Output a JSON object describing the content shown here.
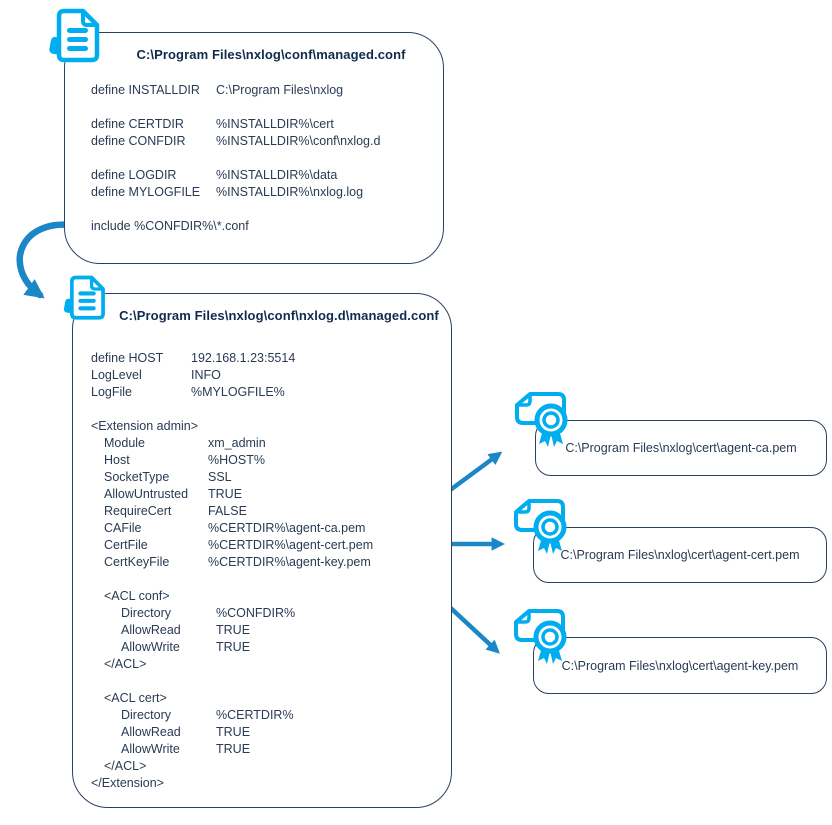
{
  "palette": {
    "icon_cyan": "#00aeef",
    "arrow_blue": "#1b87c6",
    "text_ink": "#2a3a52",
    "title_ink": "#0f2b4d",
    "border_navy": "#2b4162"
  },
  "icons": {
    "doc1": "document-icon",
    "doc2": "document-icon",
    "cert": "certificate-icon"
  },
  "box1": {
    "title": "C:\\Program Files\\nxlog\\conf\\managed.conf",
    "lines": [
      {
        "label": "define INSTALLDIR",
        "value": "C:\\Program Files\\nxlog"
      },
      {
        "label": "define CERTDIR",
        "value": "%INSTALLDIR%\\cert"
      },
      {
        "label": "define CONFDIR",
        "value": "%INSTALLDIR%\\conf\\nxlog.d"
      },
      {
        "label": "define LOGDIR",
        "value": "%INSTALLDIR%\\data"
      },
      {
        "label": "define MYLOGFILE",
        "value": "%INSTALLDIR%\\nxlog.log"
      },
      {
        "label": "include %CONFDIR%\\*.conf",
        "value": ""
      }
    ]
  },
  "box2": {
    "title": "C:\\Program Files\\nxlog\\conf\\nxlog.d\\managed.conf",
    "lines": [
      {
        "label": "define HOST",
        "value": "192.168.1.23:5514"
      },
      {
        "label": "LogLevel",
        "value": "INFO"
      },
      {
        "label": "LogFile",
        "value": "%MYLOGFILE%"
      },
      {
        "label": "<Extension admin>",
        "value": ""
      },
      {
        "label": "Module",
        "value": "xm_admin"
      },
      {
        "label": "Host",
        "value": "%HOST%"
      },
      {
        "label": "SocketType",
        "value": "SSL"
      },
      {
        "label": "AllowUntrusted",
        "value": "TRUE"
      },
      {
        "label": "RequireCert",
        "value": "FALSE"
      },
      {
        "label": "CAFile",
        "value": "%CERTDIR%\\agent-ca.pem"
      },
      {
        "label": "CertFile",
        "value": "%CERTDIR%\\agent-cert.pem"
      },
      {
        "label": "CertKeyFile",
        "value": "%CERTDIR%\\agent-key.pem"
      },
      {
        "label": "<ACL conf>",
        "value": ""
      },
      {
        "label": "Directory",
        "value": "%CONFDIR%"
      },
      {
        "label": "AllowRead",
        "value": "TRUE"
      },
      {
        "label": "AllowWrite",
        "value": "TRUE"
      },
      {
        "label": "</ACL>",
        "value": ""
      },
      {
        "label": "<ACL cert>",
        "value": ""
      },
      {
        "label": "Directory",
        "value": "%CERTDIR%"
      },
      {
        "label": "AllowRead",
        "value": "TRUE"
      },
      {
        "label": "AllowWrite",
        "value": "TRUE"
      },
      {
        "label": "</ACL>",
        "value": ""
      },
      {
        "label": "</Extension>",
        "value": ""
      }
    ]
  },
  "certs": [
    {
      "path": "C:\\Program Files\\nxlog\\cert\\agent-ca.pem"
    },
    {
      "path": "C:\\Program Files\\nxlog\\cert\\agent-cert.pem"
    },
    {
      "path": "C:\\Program Files\\nxlog\\cert\\agent-key.pem"
    }
  ]
}
